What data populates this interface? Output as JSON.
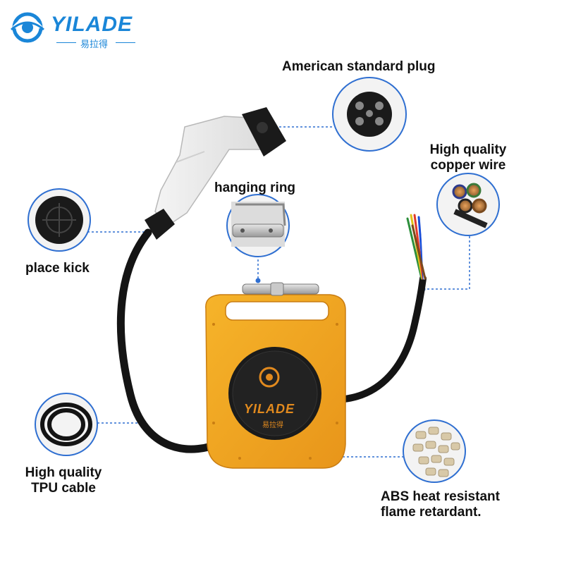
{
  "brand": {
    "name": "YILADE",
    "subtitle": "易拉得"
  },
  "callouts": {
    "american_plug": "American standard plug",
    "copper_wire_line1": "High quality",
    "copper_wire_line2": "copper wire",
    "hanging_ring": "hanging ring",
    "place_kick": "place kick",
    "tpu_cable_line1": "High quality",
    "tpu_cable_line2": "TPU cable",
    "abs_line1": "ABS heat resistant",
    "abs_line2": "flame retardant."
  },
  "product_logo": {
    "name": "YILADE",
    "subtitle": "易拉得"
  },
  "colors": {
    "brand_blue": "#1a86d8",
    "case_orange": "#f1a21c",
    "leader_blue": "#2f6fd1",
    "cable_black": "#141414"
  },
  "icons": [
    "yilade-logo-icon",
    "plug-detail-icon",
    "copper-wire-detail-icon",
    "hanging-ring-detail-icon",
    "place-kick-detail-icon",
    "tpu-cable-detail-icon",
    "abs-pellets-detail-icon"
  ]
}
